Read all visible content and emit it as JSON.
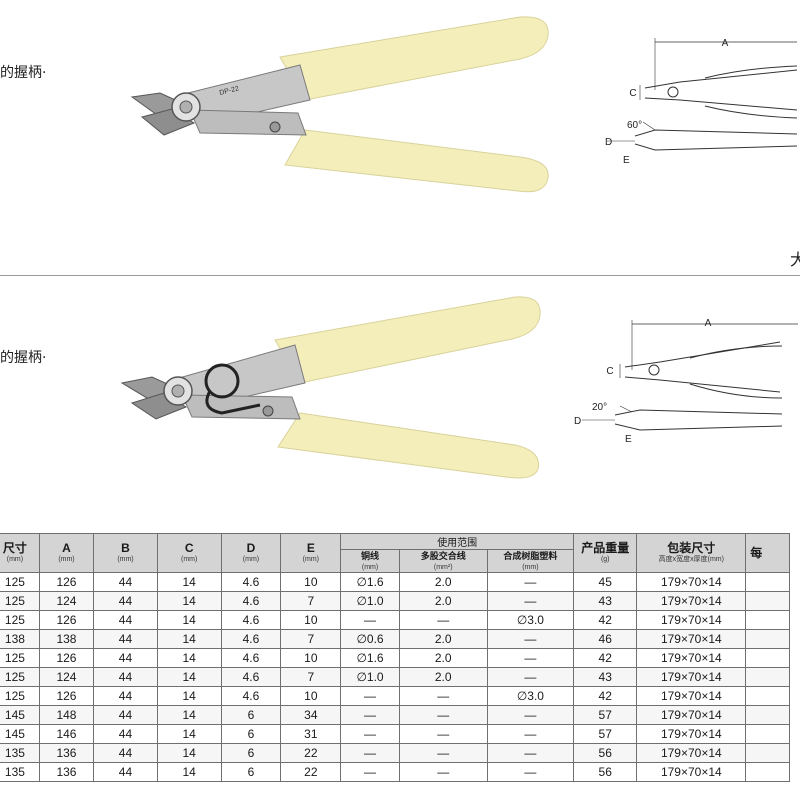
{
  "products": [
    {
      "feature_text": "的握柄·",
      "model_text": "DP-22",
      "dim_angle": "60°",
      "dim_labels": [
        "A",
        "C",
        "D",
        "E"
      ]
    },
    {
      "feature_text": "的握柄·",
      "dim_angle": "20°",
      "dim_labels": [
        "A",
        "C",
        "D",
        "E"
      ]
    }
  ],
  "cut_char": "大",
  "table": {
    "headers": {
      "size": {
        "label": "尺寸",
        "unit": "(mm)"
      },
      "a": {
        "label": "A",
        "unit": "(mm)"
      },
      "b": {
        "label": "B",
        "unit": "(mm)"
      },
      "c": {
        "label": "C",
        "unit": "(mm)"
      },
      "d": {
        "label": "D",
        "unit": "(mm)"
      },
      "e": {
        "label": "E",
        "unit": "(mm)"
      },
      "range": {
        "label": "使用范围"
      },
      "copper": {
        "label": "铜线",
        "unit": "(mm)"
      },
      "strand": {
        "label": "多股交合线",
        "unit": "(mm²)"
      },
      "resin": {
        "label": "合成树脂塑料",
        "unit": "(mm)"
      },
      "weight": {
        "label": "产品重量",
        "unit": "(g)"
      },
      "pack": {
        "label": "包装尺寸",
        "unit": "高度x宽度x厚度(mm)"
      },
      "per": {
        "label": "每"
      }
    },
    "rows": [
      [
        "125",
        "126",
        "44",
        "14",
        "4.6",
        "10",
        "∅1.6",
        "2.0",
        "—",
        "45",
        "179×70×14"
      ],
      [
        "125",
        "124",
        "44",
        "14",
        "4.6",
        "7",
        "∅1.0",
        "2.0",
        "—",
        "43",
        "179×70×14"
      ],
      [
        "125",
        "126",
        "44",
        "14",
        "4.6",
        "10",
        "—",
        "—",
        "∅3.0",
        "42",
        "179×70×14"
      ],
      [
        "138",
        "138",
        "44",
        "14",
        "4.6",
        "7",
        "∅0.6",
        "2.0",
        "—",
        "46",
        "179×70×14"
      ],
      [
        "125",
        "126",
        "44",
        "14",
        "4.6",
        "10",
        "∅1.6",
        "2.0",
        "—",
        "42",
        "179×70×14"
      ],
      [
        "125",
        "124",
        "44",
        "14",
        "4.6",
        "7",
        "∅1.0",
        "2.0",
        "—",
        "43",
        "179×70×14"
      ],
      [
        "125",
        "126",
        "44",
        "14",
        "4.6",
        "10",
        "—",
        "—",
        "∅3.0",
        "42",
        "179×70×14"
      ],
      [
        "145",
        "148",
        "44",
        "14",
        "6",
        "34",
        "—",
        "—",
        "—",
        "57",
        "179×70×14"
      ],
      [
        "145",
        "146",
        "44",
        "14",
        "6",
        "31",
        "—",
        "—",
        "—",
        "57",
        "179×70×14"
      ],
      [
        "135",
        "136",
        "44",
        "14",
        "6",
        "22",
        "—",
        "—",
        "—",
        "56",
        "179×70×14"
      ],
      [
        "135",
        "136",
        "44",
        "14",
        "6",
        "22",
        "—",
        "—",
        "—",
        "56",
        "179×70×14"
      ]
    ]
  }
}
